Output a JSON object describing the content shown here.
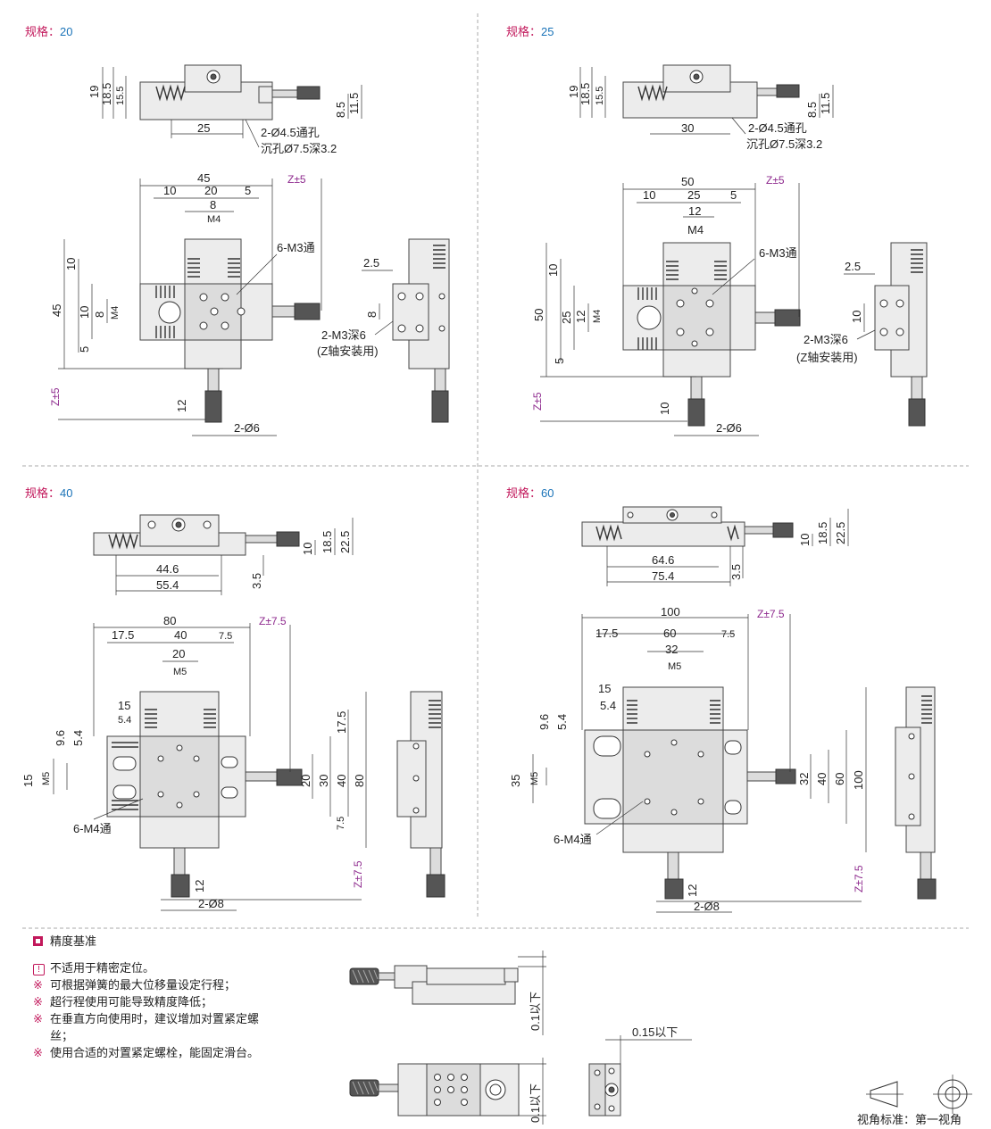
{
  "specs": [
    {
      "label": "规格：",
      "value": "20"
    },
    {
      "label": "规格：",
      "value": "25"
    },
    {
      "label": "规格：",
      "value": "40"
    },
    {
      "label": "规格：",
      "value": "60"
    }
  ],
  "dims20": {
    "d19": "19",
    "d185": "18.5",
    "d155": "15.5",
    "d85": "8.5",
    "d115": "11.5",
    "d25": "25",
    "hole1": "2-Ø4.5通孔",
    "hole2": "沉孔Ø7.5深3.2",
    "w45": "45",
    "w10": "10",
    "w20": "20",
    "w5": "5",
    "w8": "8",
    "m4": "M4",
    "z": "Z±5",
    "m3": "6-M3通",
    "h45": "45",
    "h10a": "10",
    "h10b": "10",
    "h8": "8",
    "h5": "5",
    "zv": "Z±5",
    "h12": "12",
    "d6": "2-Ø6",
    "s25": "2.5",
    "s8": "8",
    "m3d": "2-M3深6",
    "zaxis": "(Z轴安装用)"
  },
  "dims25": {
    "d19": "19",
    "d185": "18.5",
    "d155": "15.5",
    "d85": "8.5",
    "d115": "11.5",
    "d30": "30",
    "hole1": "2-Ø4.5通孔",
    "hole2": "沉孔Ø7.5深3.2",
    "w50": "50",
    "w10": "10",
    "w25": "25",
    "w5": "5",
    "w12": "12",
    "m4": "M4",
    "z": "Z±5",
    "m3": "6-M3通",
    "h50": "50",
    "h10": "10",
    "h25": "25",
    "h12": "12",
    "m4v": "M4",
    "h5": "5",
    "zv": "Z±5",
    "h10b": "10",
    "d6": "2-Ø6",
    "s25": "2.5",
    "s10": "10",
    "m3d": "2-M3深6",
    "zaxis": "(Z轴安装用)"
  },
  "dims40": {
    "d225": "22.5",
    "d185": "18.5",
    "d10": "10",
    "d446": "44.6",
    "d554": "55.4",
    "d35": "3.5",
    "w80": "80",
    "w175": "17.5",
    "w40": "40",
    "w75": "7.5",
    "w20": "20",
    "m5": "M5",
    "z": "Z±7.5",
    "l15": "15",
    "l54": "5.4",
    "l96": "9.6",
    "l54b": "5.4",
    "h15": "15",
    "m5v": "M5",
    "r175": "17.5",
    "r20": "20",
    "r30": "30",
    "r40": "40",
    "r80": "80",
    "r75": "7.5",
    "zv": "Z±7.5",
    "m4": "6-M4通",
    "h12": "12",
    "d8": "2-Ø8"
  },
  "dims60": {
    "d225": "22.5",
    "d185": "18.5",
    "d10": "10",
    "d646": "64.6",
    "d754": "75.4",
    "d35": "3.5",
    "w100": "100",
    "w175": "17.5",
    "w60": "60",
    "w75": "7.5",
    "w32": "32",
    "m5": "M5",
    "z": "Z±7.5",
    "l15": "15",
    "l54": "5.4",
    "l96": "9.6",
    "l54b": "5.4",
    "h35": "35",
    "m5v": "M5",
    "r32": "32",
    "r40": "40",
    "r60": "60",
    "r100": "100",
    "zv": "Z±7.5",
    "m4": "6-M4通",
    "h12": "12",
    "d8": "2-Ø8"
  },
  "precision": {
    "title": "精度基准",
    "warn": "不适用于精密定位。",
    "notes": [
      {
        "mark": "※",
        "text": "可根据弹簧的最大位移量设定行程；"
      },
      {
        "mark": "※",
        "text": "超行程使用可能导致精度降低；"
      },
      {
        "mark": "※",
        "text": "在垂直方向使用时，建议增加对置紧定螺丝；"
      },
      {
        "mark": "※",
        "text": "使用合适的对置紧定螺栓，能固定滑台。"
      }
    ],
    "tol1": "0.1以下",
    "tol2": "0.1以下",
    "tol3": "0.15以下"
  },
  "view": {
    "label": "视角标准：第一视角"
  },
  "colors": {
    "spec": "#c2185b",
    "specValue": "#1a73b8",
    "z": "#8e2a8e"
  }
}
